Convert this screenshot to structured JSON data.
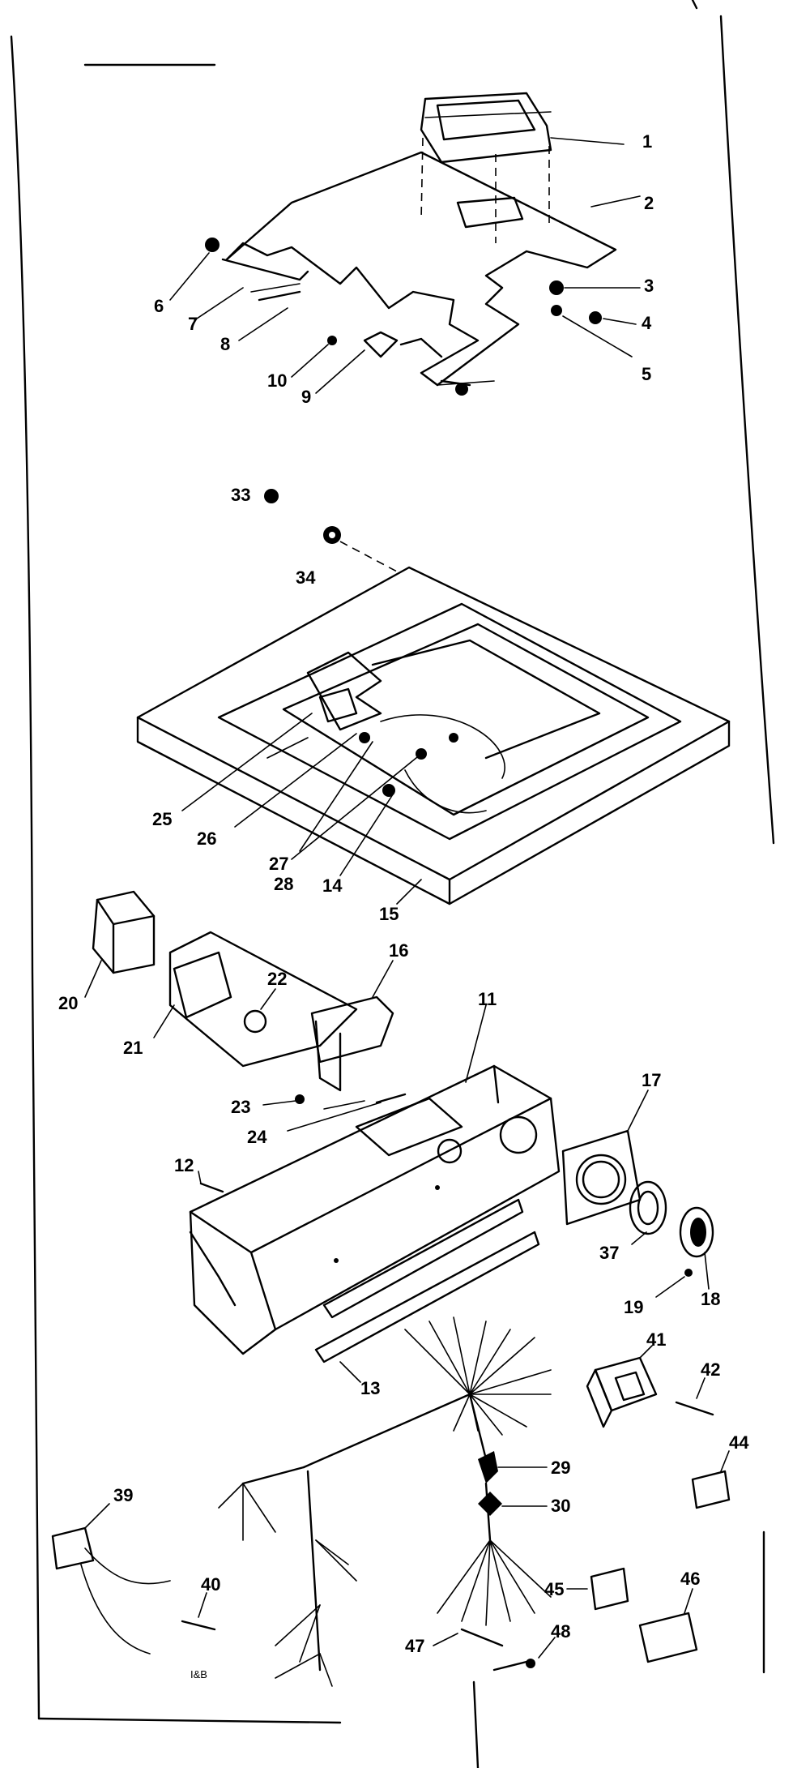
{
  "figure": {
    "type": "exploded parts diagram",
    "corner_mark": "I&B",
    "labels": {
      "1": "1",
      "2": "2",
      "3": "3",
      "4": "4",
      "5": "5",
      "6": "6",
      "7": "7",
      "8": "8",
      "9": "9",
      "10": "10",
      "11": "11",
      "12": "12",
      "13": "13",
      "14": "14",
      "15": "15",
      "16": "16",
      "17": "17",
      "18": "18",
      "19": "19",
      "20": "20",
      "21": "21",
      "22": "22",
      "23": "23",
      "24": "24",
      "25": "25",
      "26": "26",
      "27": "27",
      "28": "28",
      "29": "29",
      "30": "30",
      "33": "33",
      "34": "34",
      "37": "37",
      "39": "39",
      "40": "40",
      "41": "41",
      "42": "42",
      "44": "44",
      "45": "45",
      "46": "46",
      "47": "47",
      "48": "48"
    }
  }
}
